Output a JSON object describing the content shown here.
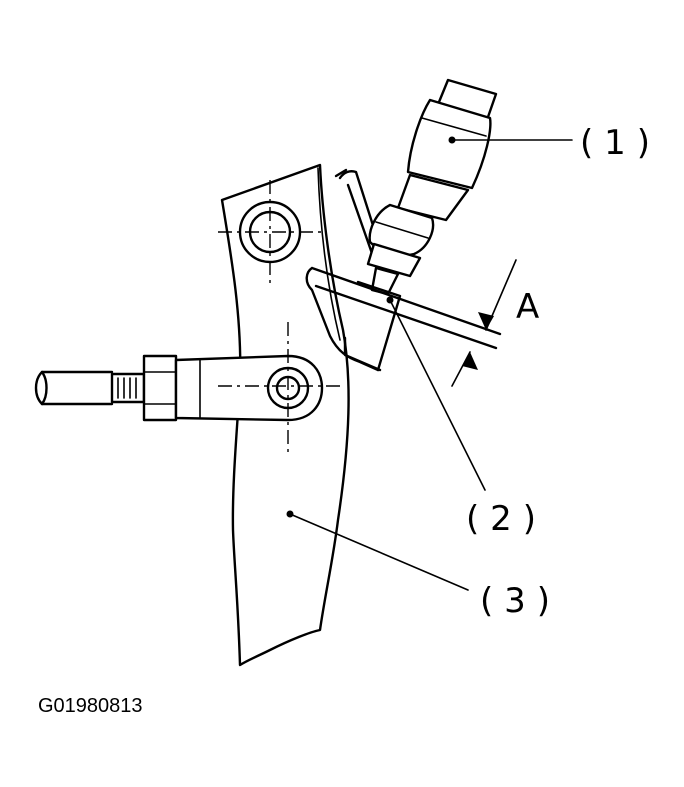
{
  "callouts": {
    "part1": "(1)",
    "part2": "(2)",
    "part3": "(3)",
    "dimension_a": "A"
  },
  "figure_code": "G01980813"
}
